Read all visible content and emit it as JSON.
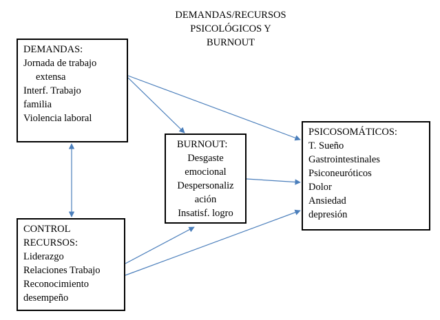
{
  "title": {
    "lines": [
      "DEMANDAS/RECURSOS",
      "PSICOLÓGICOS Y",
      "BURNOUT"
    ]
  },
  "boxes": {
    "demandas": {
      "lines": [
        "DEMANDAS:",
        "Jornada de trabajo",
        "extensa",
        "Interf. Trabajo",
        "familia",
        "Violencia laboral"
      ]
    },
    "burnout": {
      "lines": [
        "BURNOUT:",
        "Desgaste",
        "emocional",
        "Despersonaliz",
        "ación",
        "Insatisf. logro"
      ]
    },
    "psicosomaticos": {
      "lines": [
        "PSICOSOMÁTICOS:",
        "T. Sueño",
        "Gastrointestinales",
        "Psiconeuróticos",
        "Dolor",
        "Ansiedad",
        "depresión"
      ]
    },
    "control": {
      "lines": [
        "CONTROL",
        "RECURSOS:",
        "Liderazgo",
        "Relaciones Trabajo",
        "Reconocimiento",
        "desempeño"
      ]
    }
  },
  "colors": {
    "arrow": "#4a7ebb",
    "border": "#000000"
  }
}
